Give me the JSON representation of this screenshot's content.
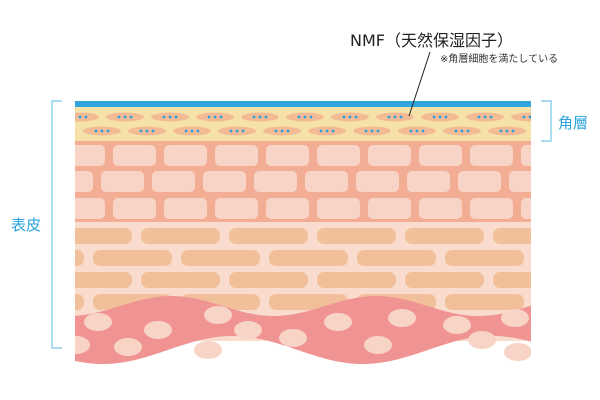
{
  "labels": {
    "nmf": "NMF（天然保湿因子）",
    "nmf_note": "※角層細胞を満たしている",
    "epidermis": "表皮",
    "stratum_corneum": "角層"
  },
  "colors": {
    "accent_blue": "#29a3dd",
    "bracket_blue": "#8fd0ea",
    "surface_strip": "#2ea6dd",
    "corneum_bg": "#f6e2a8",
    "corneum_cell": "#f2bb96",
    "nmf_dot": "#2a9fdb",
    "granular_bg": "#f3ad94",
    "granular_cell": "#f8d4c6",
    "spinous_bg": "#fadcce",
    "spinous_cell": "#f1c09a",
    "dermis": "#f09393",
    "dermis_cell": "#f8d4c6"
  }
}
